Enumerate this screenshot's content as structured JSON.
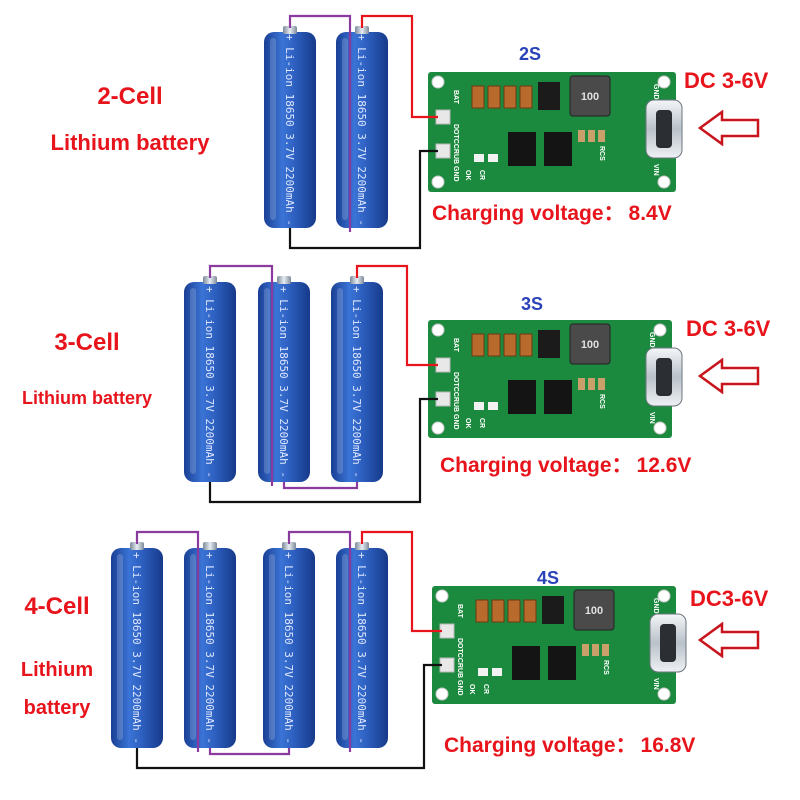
{
  "panels": [
    {
      "id": "2s",
      "config": "2S",
      "cell_label": "2-Cell",
      "desc_lines": [
        "Lithium battery"
      ],
      "input": "DC 3-6V",
      "charging_label": "Charging voltage：",
      "charging_value": "8.4V"
    },
    {
      "id": "3s",
      "config": "3S",
      "cell_label": "3-Cell",
      "desc_lines": [
        "Lithium battery"
      ],
      "input": "DC 3-6V",
      "charging_label": "Charging voltage：",
      "charging_value": "12.6V"
    },
    {
      "id": "4s",
      "config": "4S",
      "cell_label": "4-Cell",
      "desc_lines": [
        "Lithium",
        "battery"
      ],
      "input": "DC3-6V",
      "charging_label": "Charging voltage：",
      "charging_value": "16.8V"
    }
  ],
  "cell_print": "+ Li-ion 18650 3.7V 2200mAh -",
  "board_silk": {
    "bat": "BAT",
    "dotc": "DOTCCRUB",
    "gnd": "GND",
    "ok": "OK",
    "cr": "CR",
    "vin": "VIN",
    "rcs": "RCS",
    "inductor": "100"
  },
  "colors": {
    "text_red": "#e8141c",
    "text_blue": "#2a43b8",
    "cell_blue": "#2d5fbf",
    "pcb_green": "#1c8a3e",
    "wire_red": "#e8141c",
    "wire_purple": "#8b3a9e",
    "wire_black": "#111111",
    "arrow": "#c8141c"
  }
}
